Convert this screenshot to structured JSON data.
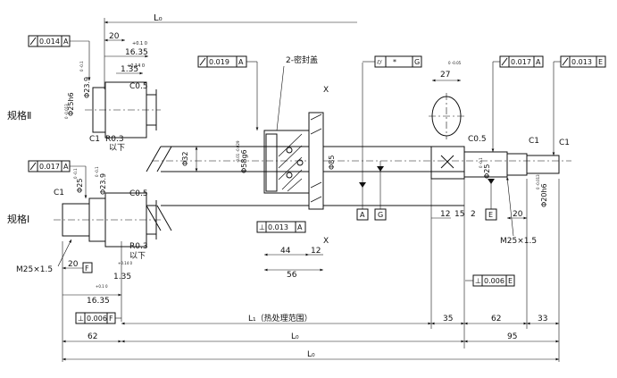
{
  "dims": {
    "L0_top": "L₀",
    "d20": "20",
    "tol_16_35_top": "+0.1\n0",
    "d16_35_top": "16.35",
    "tol_1_35_top": "+0.14\n0",
    "d1_35_top": "1.35",
    "tol_phi23_9_top": "0\n-0.1",
    "phi23_9_top": "Φ23.9",
    "tol_phi25h6": "0\n-0.013",
    "phi25h6": "Φ25h6",
    "c05_a": "C0.5",
    "c1_a": "C1",
    "r03_a": "R0.3",
    "r03_a_sub": "以下",
    "phi32": "Φ32",
    "phi58g6": "Φ58g6",
    "phi58_tol": "-0.01\n-0.029",
    "phi85": "Φ85",
    "d44": "44",
    "d12a": "12",
    "d56": "56",
    "seal_label": "2-密封盖",
    "x_mark": "X",
    "d27": "27",
    "d27_tol": "0\n-0.05",
    "d12b": "12",
    "d15": "15",
    "d2": "2",
    "c05_c": "C0.5",
    "c1_c": "C1",
    "c1_d": "C1",
    "phi25_c_tol": "0\n-0.1",
    "phi25_c": "Φ25",
    "phi20h6_tol": "0\n-0.013",
    "phi20h6": "Φ20h6",
    "d20c": "20",
    "m25_right": "M25×1.5",
    "c1_b": "C1",
    "phi25_b_tol": "0\n-0.1",
    "phi25_b": "Φ25",
    "phi23_9_b_tol": "0\n-0.1",
    "phi23_9_b": "Φ23.9",
    "c05_b": "C0.5",
    "r03_b": "R0.3",
    "r03_b_sub": "以下",
    "tol_1_35_bot": "+0.14\n0",
    "d1_35_bot": "1.35",
    "tol_16_35_bot": "+0.1\n0",
    "d16_35_bot": "16.35",
    "m25_left": "M25×1.5",
    "d20b": "20",
    "L1": "L₁（热处理范围）",
    "d35": "35",
    "d62r": "62",
    "d33": "33",
    "d62l": "62",
    "L0_mid": "L₀",
    "d95": "95",
    "L0_bot": "L₀"
  },
  "frames": {
    "runout_0014": [
      "↗",
      "0.014",
      "A"
    ],
    "runout_0019": [
      "↗",
      "0.019",
      "A"
    ],
    "cyl_G": [
      "⌭",
      "*",
      "G"
    ],
    "runout_0017_r": [
      "↗",
      "0.017",
      "A"
    ],
    "runout_0013_E": [
      "↗",
      "0.013",
      "E"
    ],
    "runout_0017_l": [
      "↗",
      "0.017",
      "A"
    ],
    "perp_0013_A": [
      "⊥",
      "0.013",
      "A"
    ],
    "perp_0006_E": [
      "⊥",
      "0.006",
      "E"
    ],
    "perp_0006_F": [
      "⊥",
      "0.006",
      "F"
    ]
  },
  "datums": {
    "A": "A",
    "G": "G",
    "E": "E",
    "F": "F"
  },
  "spec_labels": {
    "spec2": "规格Ⅱ",
    "spec1": "规格Ⅰ"
  }
}
